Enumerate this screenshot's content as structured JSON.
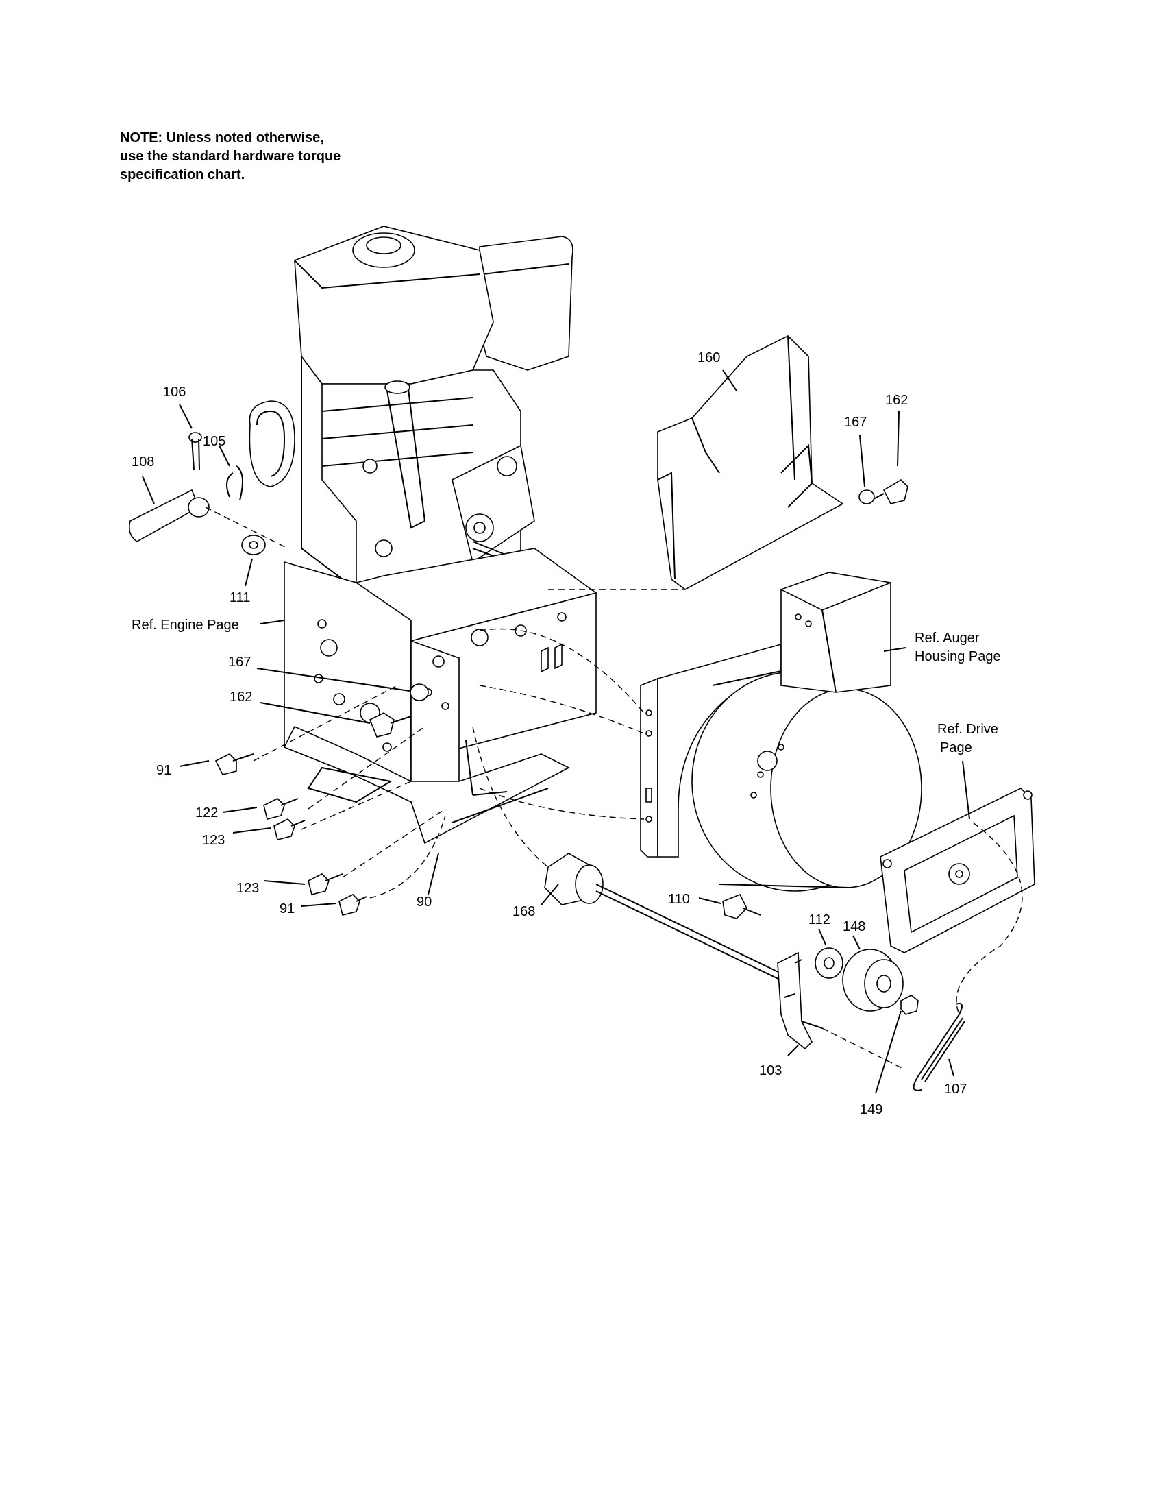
{
  "note": {
    "lines": [
      "NOTE: Unless noted otherwise,",
      "use the standard hardware torque",
      "specification chart."
    ]
  },
  "callouts": {
    "p106": "106",
    "p105": "105",
    "p108": "108",
    "p111": "111",
    "p160": "160",
    "p167_top": "167",
    "p162_top": "162",
    "p167": "167",
    "p162": "162",
    "p91_a": "91",
    "p122": "122",
    "p123_a": "123",
    "p123_b": "123",
    "p91_b": "91",
    "p90": "90",
    "p168": "168",
    "p110": "110",
    "p112": "112",
    "p148": "148",
    "p103": "103",
    "p149": "149",
    "p107": "107"
  },
  "references": {
    "engine_page": "Ref. Engine Page",
    "auger_line1": "Ref. Auger",
    "auger_line2": "Housing Page",
    "drive_line1": "Ref. Drive",
    "drive_line2": "Page"
  }
}
